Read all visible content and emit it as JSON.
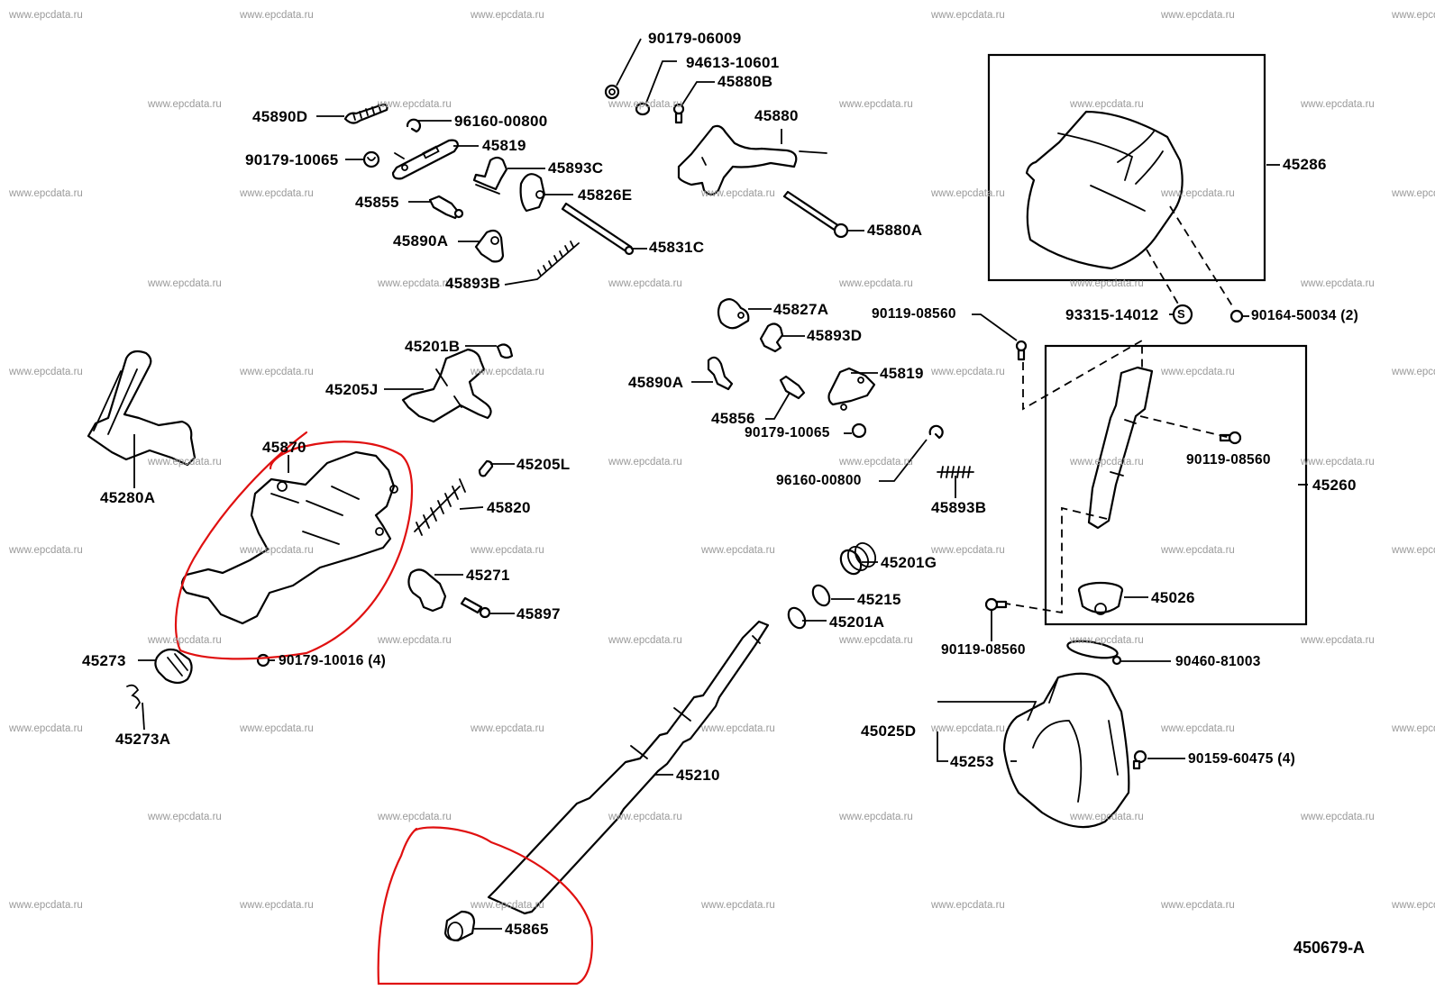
{
  "diagram": {
    "reference_code": "450679-A",
    "watermark_text": "www.epcdata.ru",
    "annotation_color": "#e01010",
    "line_color": "#000000",
    "watermark_color": "#9a9a9a"
  },
  "labels": {
    "p90179_06009": "90179-06009",
    "p94613_10601": "94613-10601",
    "p45880B": "45880B",
    "p45880": "45880",
    "p45880A": "45880A",
    "p45890D": "45890D",
    "p96160_00800_top": "96160-00800",
    "p45819_top": "45819",
    "p90179_10065_top": "90179-10065",
    "p45893C": "45893C",
    "p45855": "45855",
    "p45826E": "45826E",
    "p45890A_top": "45890A",
    "p45831C": "45831C",
    "p45893B_top": "45893B",
    "p45286": "45286",
    "p93315_14012": "93315-14012",
    "p93315_symbol": "S",
    "p90164_50034": "90164-50034 (2)",
    "p45827A": "45827A",
    "p90119_08560_a": "90119-08560",
    "p45893D": "45893D",
    "p45890A_mid": "45890A",
    "p45819_mid": "45819",
    "p45856": "45856",
    "p90179_10065_mid": "90179-10065",
    "p96160_00800_mid": "96160-00800",
    "p45893B_mid": "45893B",
    "p45201B": "45201B",
    "p45205J": "45205J",
    "p45280A": "45280A",
    "p45870": "45870",
    "p45205L": "45205L",
    "p45820": "45820",
    "p45271": "45271",
    "p45897": "45897",
    "p45273": "45273",
    "p90179_10016": "90179-10016 (4)",
    "p45273A": "45273A",
    "p90119_08560_b": "90119-08560",
    "p45260": "45260",
    "p45026": "45026",
    "p90119_08560_c": "90119-08560",
    "p90460_81003": "90460-81003",
    "p45201G": "45201G",
    "p45215": "45215",
    "p45201A": "45201A",
    "p45025D": "45025D",
    "p45253": "45253",
    "p90159_60475": "90159-60475 (4)",
    "p45210": "45210",
    "p45865": "45865"
  },
  "highlighted_parts": [
    "45870",
    "45865"
  ]
}
